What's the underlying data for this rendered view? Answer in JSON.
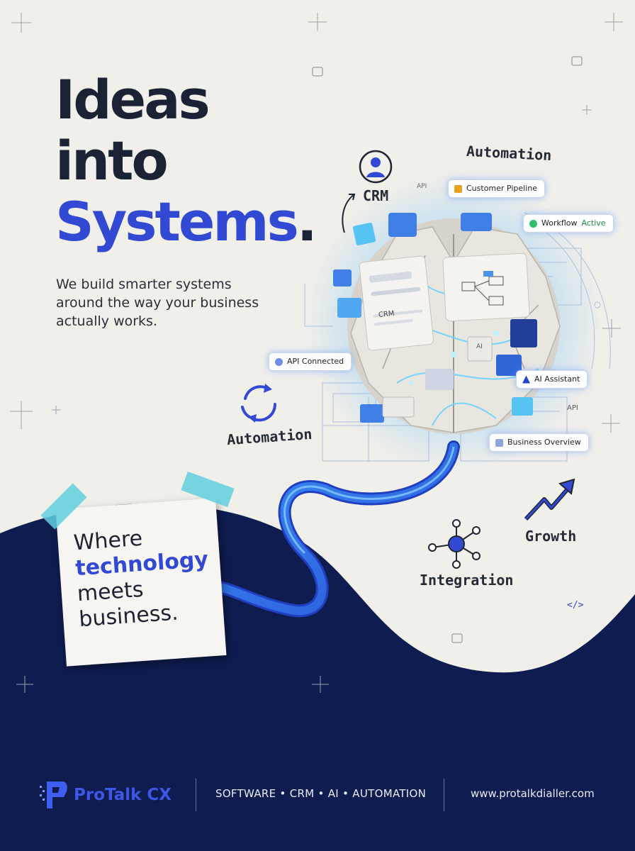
{
  "headline": {
    "line1": "Ideas",
    "line2": "into",
    "line3": "Systems",
    "period": "."
  },
  "subtitle": {
    "line1": "We build smarter systems",
    "line2": "around the way your business",
    "line3": "actually works."
  },
  "labels": {
    "crm": "CRM",
    "automation_top": "Automation",
    "automation_left": "Automation",
    "growth": "Growth",
    "integration": "Integration",
    "api_small": "API"
  },
  "chips": {
    "customer_pipeline": "Customer Pipeline",
    "workflow": "Workflow",
    "workflow_status": "Active",
    "api_connected": "API Connected",
    "ai_assistant": "AI Assistant",
    "business_overview": "Business Overview"
  },
  "card_labels": {
    "crm_card": "CRM",
    "ai_card": "AI",
    "api_card": "API"
  },
  "note": {
    "line1": "Where",
    "line2": "technology",
    "line3": "meets",
    "line4": "business."
  },
  "footer": {
    "brand": "ProTalk CX",
    "tagline": "SOFTWARE • CRM • AI • AUTOMATION",
    "website": "www.protalkdialler.com"
  },
  "colors": {
    "navy": "#0f1c4f",
    "accent_blue": "#3249d4",
    "cream": "#f1efea",
    "cyan": "#4fc6f5"
  }
}
